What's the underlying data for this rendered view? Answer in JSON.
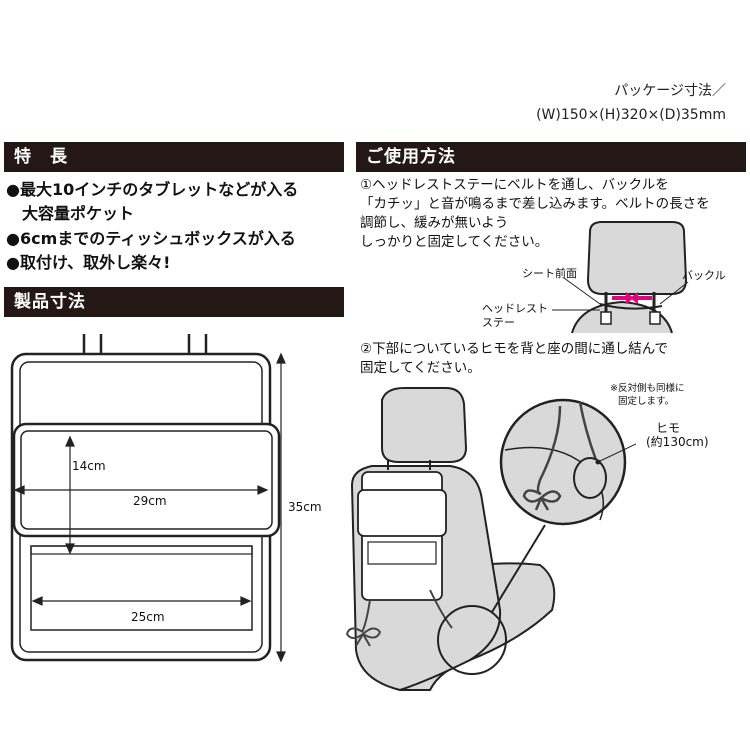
{
  "package": {
    "label": "パッケージ寸法／",
    "dims": "(W)150×(H)320×(D)35mm"
  },
  "features": {
    "title": "特　長",
    "items": [
      "●最大10インチのタブレットなどが入る",
      "　大容量ポケット",
      "●6cmまでのティッシュボックスが入る",
      "●取付け、取外し楽々!"
    ]
  },
  "dimensions": {
    "title": "製品寸法",
    "height_label": "14cm",
    "width_label": "29cm",
    "total_height_label": "35cm",
    "lower_width_label": "25cm"
  },
  "usage": {
    "title": "ご使用方法",
    "step1": [
      "①ヘッドレストステーにベルトを通し、バックルを",
      "「カチッ」と音が鳴るまで差し込みます。ベルトの長さを",
      "調節し、緩みが無いよう",
      "しっかりと固定してください。"
    ],
    "label_seat_front": "シート前面",
    "label_buckle": "バックル",
    "label_headrest_stay": [
      "ヘッドレスト",
      "ステー"
    ],
    "step2": [
      "②下部についているヒモを背と座の間に通し結んで",
      "固定してください。"
    ],
    "note": [
      "※反対側も同様に",
      "固定します。"
    ],
    "cord_label": [
      "ヒモ",
      "(約130cm)"
    ]
  },
  "colors": {
    "band": "#231815",
    "arrow": "#e4007f",
    "seat": "#d9d9d9"
  }
}
